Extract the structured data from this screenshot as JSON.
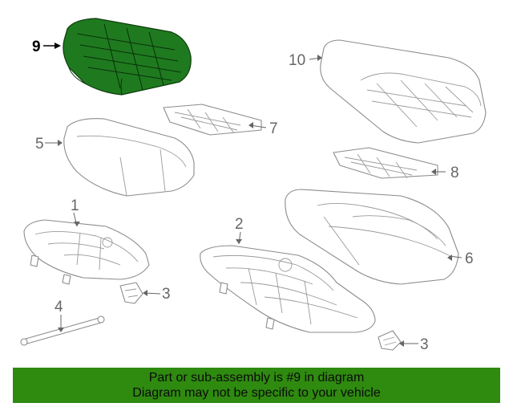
{
  "callouts": {
    "c1": "1",
    "c2": "2",
    "c3a": "3",
    "c3b": "3",
    "c4": "4",
    "c5": "5",
    "c6": "6",
    "c7": "7",
    "c8": "8",
    "c9": "9",
    "c10": "10"
  },
  "highlight_part": "9",
  "colors": {
    "highlight": "#1f7a1f",
    "banner": "#2f8a10"
  },
  "banner": {
    "line1": "Part or sub-assembly is #9 in diagram",
    "line2": "Diagram may not be specific to your vehicle"
  }
}
